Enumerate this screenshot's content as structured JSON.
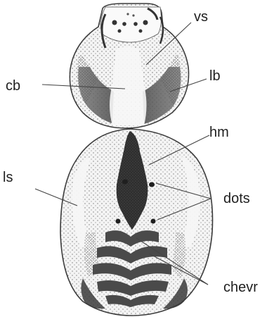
{
  "labels": {
    "vs": "vs",
    "cb": "cb",
    "lb": "lb",
    "hm": "hm",
    "ls": "ls",
    "dots": "dots",
    "chevr": "chevr"
  },
  "colors": {
    "outline": "#3a3a3a",
    "dark_band": "#4a4a4a",
    "pale_area": "#f4f4f4",
    "stipple": "#6a6a6a"
  }
}
